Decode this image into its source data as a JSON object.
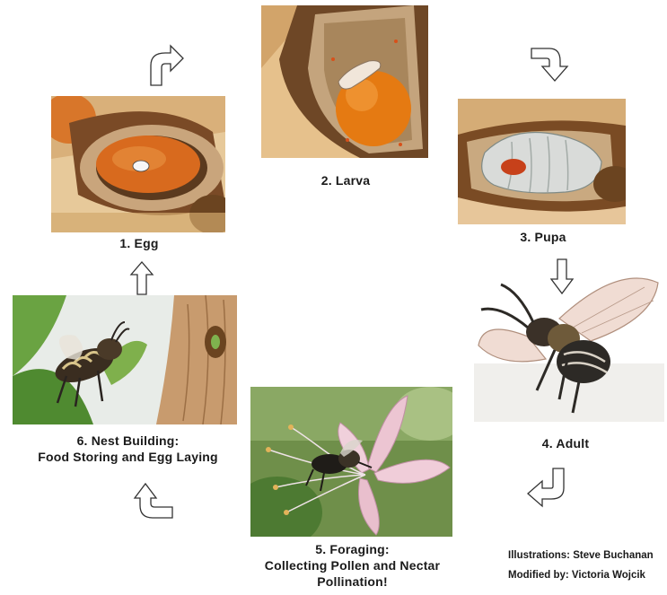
{
  "stages": [
    {
      "caption": "1. Egg"
    },
    {
      "caption": "2. Larva"
    },
    {
      "caption": "3. Pupa"
    },
    {
      "caption": "4. Adult"
    },
    {
      "caption_lines": [
        "5. Foraging:",
        "Collecting Pollen and Nectar",
        "Pollination!"
      ]
    },
    {
      "caption_lines": [
        "6. Nest Building:",
        "Food Storing and Egg Laying"
      ]
    }
  ],
  "credits": {
    "illustrations": "Illustrations: Steve Buchanan",
    "modified": "Modified by: Victoria Wojcik"
  },
  "arrows": [
    "curved-right",
    "curved-down",
    "down",
    "curved-left",
    "curved-left",
    "up"
  ]
}
